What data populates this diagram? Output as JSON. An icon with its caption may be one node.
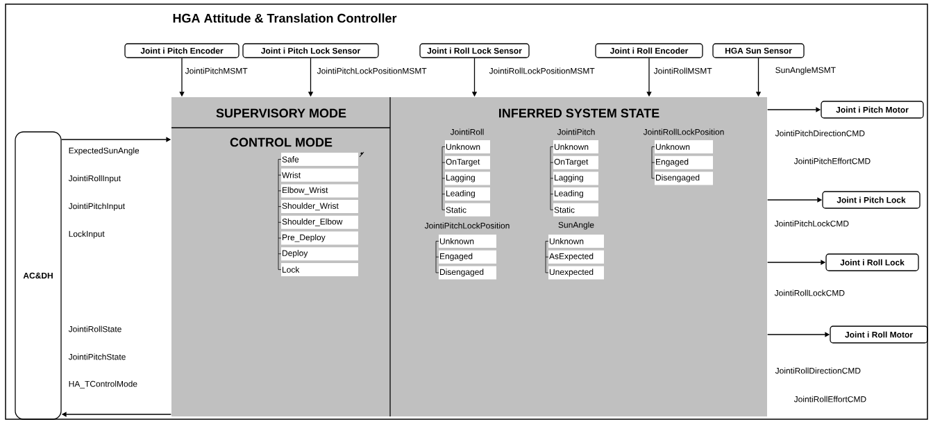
{
  "diagram": {
    "title": "HGA Attitude & Translation Controller",
    "nodes": [
      {
        "text": [
          "Joint i Pitch Encoder"
        ]
      },
      {
        "text": [
          "Joint i Pitch Lock Sensor"
        ]
      },
      {
        "text": [
          "Joint i Roll Lock Sensor"
        ]
      },
      {
        "text": [
          "Joint i Roll Encoder"
        ]
      },
      {
        "text": [
          "HGA Sun Sensor"
        ]
      },
      {
        "text": [
          "AC&DH"
        ]
      },
      {
        "text": [
          "SUPERVISORY MODE",
          "CONTROL MODE"
        ]
      },
      {
        "text": [
          "Safe"
        ],
        "in": 6
      },
      {
        "text": [
          "Wrist"
        ],
        "in": 6
      },
      {
        "text": [
          "Elbow_Wrist"
        ],
        "in": 6
      },
      {
        "text": [
          "Shoulder_Wrist"
        ],
        "in": 6
      },
      {
        "text": [
          "Shoulder_Elbow"
        ],
        "in": 6
      },
      {
        "text": [
          "Pre_Deploy"
        ],
        "in": 6
      },
      {
        "text": [
          "Deploy"
        ],
        "in": 6
      },
      {
        "text": [
          "Lock"
        ],
        "in": 6
      },
      {
        "text": [
          "INFERRED SYSTEM STATE"
        ]
      },
      {
        "text": [
          "Unknown"
        ],
        "in": 15
      },
      {
        "text": [
          "OnTarget"
        ],
        "in": 15
      },
      {
        "text": [
          "Lagging"
        ],
        "in": 15
      },
      {
        "text": [
          "Leading"
        ],
        "in": 15
      },
      {
        "text": [
          "Static"
        ],
        "in": 15
      },
      {
        "text": [
          "Unknown"
        ],
        "in": 15
      },
      {
        "text": [
          "OnTarget"
        ],
        "in": 15
      },
      {
        "text": [
          "Lagging"
        ],
        "in": 15
      },
      {
        "text": [
          "Leading"
        ],
        "in": 15
      },
      {
        "text": [
          "Static"
        ],
        "in": 15
      },
      {
        "text": [
          "Unknown"
        ],
        "in": 15
      },
      {
        "text": [
          "Engaged"
        ],
        "in": 15
      },
      {
        "text": [
          "Disengaged"
        ],
        "in": 15
      },
      {
        "text": [
          "Unknown"
        ],
        "in": 15
      },
      {
        "text": [
          "Engaged"
        ],
        "in": 15
      },
      {
        "text": [
          "Disengaged"
        ],
        "in": 15
      },
      {
        "text": [
          "Unknown"
        ],
        "in": 15
      },
      {
        "text": [
          "AsExpected"
        ],
        "in": 15
      },
      {
        "text": [
          "Unexpected"
        ],
        "in": 15
      },
      {
        "text": [
          "Joint i Pitch Motor"
        ]
      },
      {
        "text": [
          "Joint i Pitch Lock"
        ]
      },
      {
        "text": [
          "Joint i Roll Lock"
        ]
      },
      {
        "text": [
          "Joint i Roll Motor"
        ]
      }
    ],
    "edges": [
      {
        "from": 0,
        "to": 6,
        "arrow": "to",
        "label": "JointiPitchMSMT"
      },
      {
        "from": 1,
        "to": 6,
        "arrow": "to",
        "label": "JointiPitchLockPositionMSMT"
      },
      {
        "from": 2,
        "to": 15,
        "arrow": "to",
        "label": "JointiRollLockPositionMSMT"
      },
      {
        "from": 3,
        "to": 15,
        "arrow": "to",
        "label": "JointiRollMSMT"
      },
      {
        "from": 4,
        "to": 15,
        "arrow": "to",
        "label": "SunAngleMSMT"
      },
      {
        "from": 5,
        "to": 6,
        "arrow": "to"
      },
      {
        "from": 6,
        "to": 5,
        "arrow": "to"
      },
      {
        "from": 15,
        "to": 35,
        "arrow": "to"
      },
      {
        "from": 15,
        "to": 36,
        "arrow": "to"
      },
      {
        "from": 15,
        "to": 37,
        "arrow": "to"
      },
      {
        "from": 15,
        "to": 38,
        "arrow": "to"
      }
    ],
    "labels": [
      "ExpectedSunAngle",
      "JointiRollInput",
      "JointiPitchInput",
      "LockInput",
      "JointiRollState",
      "JointiPitchState",
      "HA_TControlMode",
      "JointiRoll",
      "JointiPitch",
      "JointiRollLockPosition",
      "JointiPitchLockPosition",
      "SunAngle",
      "JointiPitchDirectionCMD",
      "JointiPitchEffortCMD",
      "JointiPitchLockCMD",
      "JointiRollLockCMD",
      "JointiRollDirectionCMD",
      "JointiRollEffortCMD"
    ]
  }
}
